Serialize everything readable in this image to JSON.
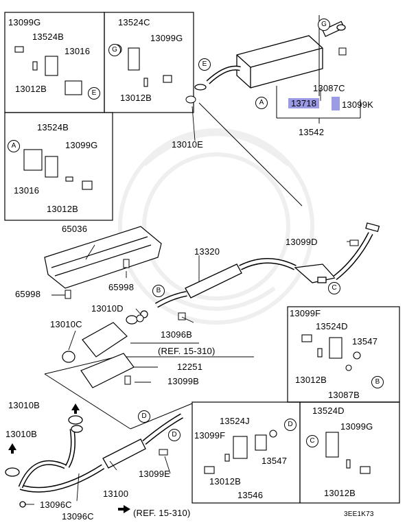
{
  "diagram_code": "3EE1K73",
  "reference_notes": {
    "ref1": "(REF. 15-310)",
    "ref2": "(REF. 15-310)"
  },
  "circle_markers": [
    "A",
    "B",
    "C",
    "D",
    "E",
    "G"
  ],
  "parts": {
    "p13099G_tl": "13099G",
    "p13524B_tl": "13524B",
    "p13016_tl": "13016",
    "p13012B_tl": "13012B",
    "p13524C": "13524C",
    "p13099G_tm": "13099G",
    "p13012B_tm": "13012B",
    "p13524B_ml": "13524B",
    "p13099G_ml": "13099G",
    "p13016_ml": "13016",
    "p13012B_ml": "13012B",
    "p13087C": "13087C",
    "p13718": "13718",
    "p13099K": "13099K",
    "p13542": "13542",
    "p13010E": "13010E",
    "p65036": "65036",
    "p13320": "13320",
    "p13099D": "13099D",
    "p65998_a": "65998",
    "p65998_b": "65998",
    "p13010D": "13010D",
    "p13010C": "13010C",
    "p13096B": "13096B",
    "p12251": "12251",
    "p13099B": "13099B",
    "p13099F_r": "13099F",
    "p13524D_r": "13524D",
    "p13547_r": "13547",
    "p13012B_r": "13012B",
    "p13087B": "13087B",
    "p13010B_a": "13010B",
    "p13010B_b": "13010B",
    "p13524J": "13524J",
    "p13099F_b": "13099F",
    "p13547_b": "13547",
    "p13012B_b": "13012B",
    "p13546": "13546",
    "p13524D_b": "13524D",
    "p13099G_b": "13099G",
    "p13012B_br": "13012B",
    "p13099E": "13099E",
    "p13100": "13100",
    "p13096C_a": "13096C",
    "p13096C_b": "13096C"
  }
}
